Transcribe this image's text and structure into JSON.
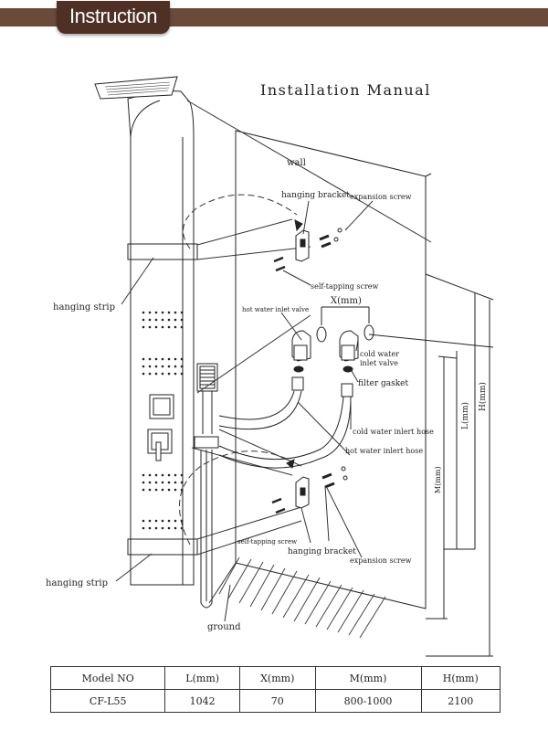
{
  "header": {
    "title": "Instruction"
  },
  "diagram": {
    "title": "Installation Manual",
    "labels": {
      "wall": "wall",
      "hanging_bracket_top": "hanging bracket",
      "expansion_screw_top": "expansion screw",
      "self_tapping_screw_top": "self-tapping screw",
      "hanging_strip_top": "hanging strip",
      "hot_water_inlet_valve": "hot water inlet valve",
      "x_dim": "X(mm)",
      "cold_water_inlet_valve_1": "cold water",
      "cold_water_inlet_valve_2": "inlet valve",
      "filter_gasket": "filter gasket",
      "cold_water_inlet_hose": "cold water inlert hose",
      "hot_water_inlet_hose": "hot water inlert hose",
      "l_dim": "L(mm)",
      "h_dim": "H(mm)",
      "m_dim": "M(mm)",
      "self_tapping_screw_bottom": "self-tapping screw",
      "hanging_bracket_bottom": "hanging bracket",
      "expansion_screw_bottom": "expansion screw",
      "hanging_strip_bottom": "hanging strip",
      "ground": "ground"
    }
  },
  "spec_table": {
    "headers": [
      "Model NO",
      "L(mm)",
      "X(mm)",
      "M(mm)",
      "H(mm)"
    ],
    "rows": [
      [
        "CF-L55",
        "1042",
        "70",
        "800-1000",
        "2100"
      ]
    ]
  }
}
